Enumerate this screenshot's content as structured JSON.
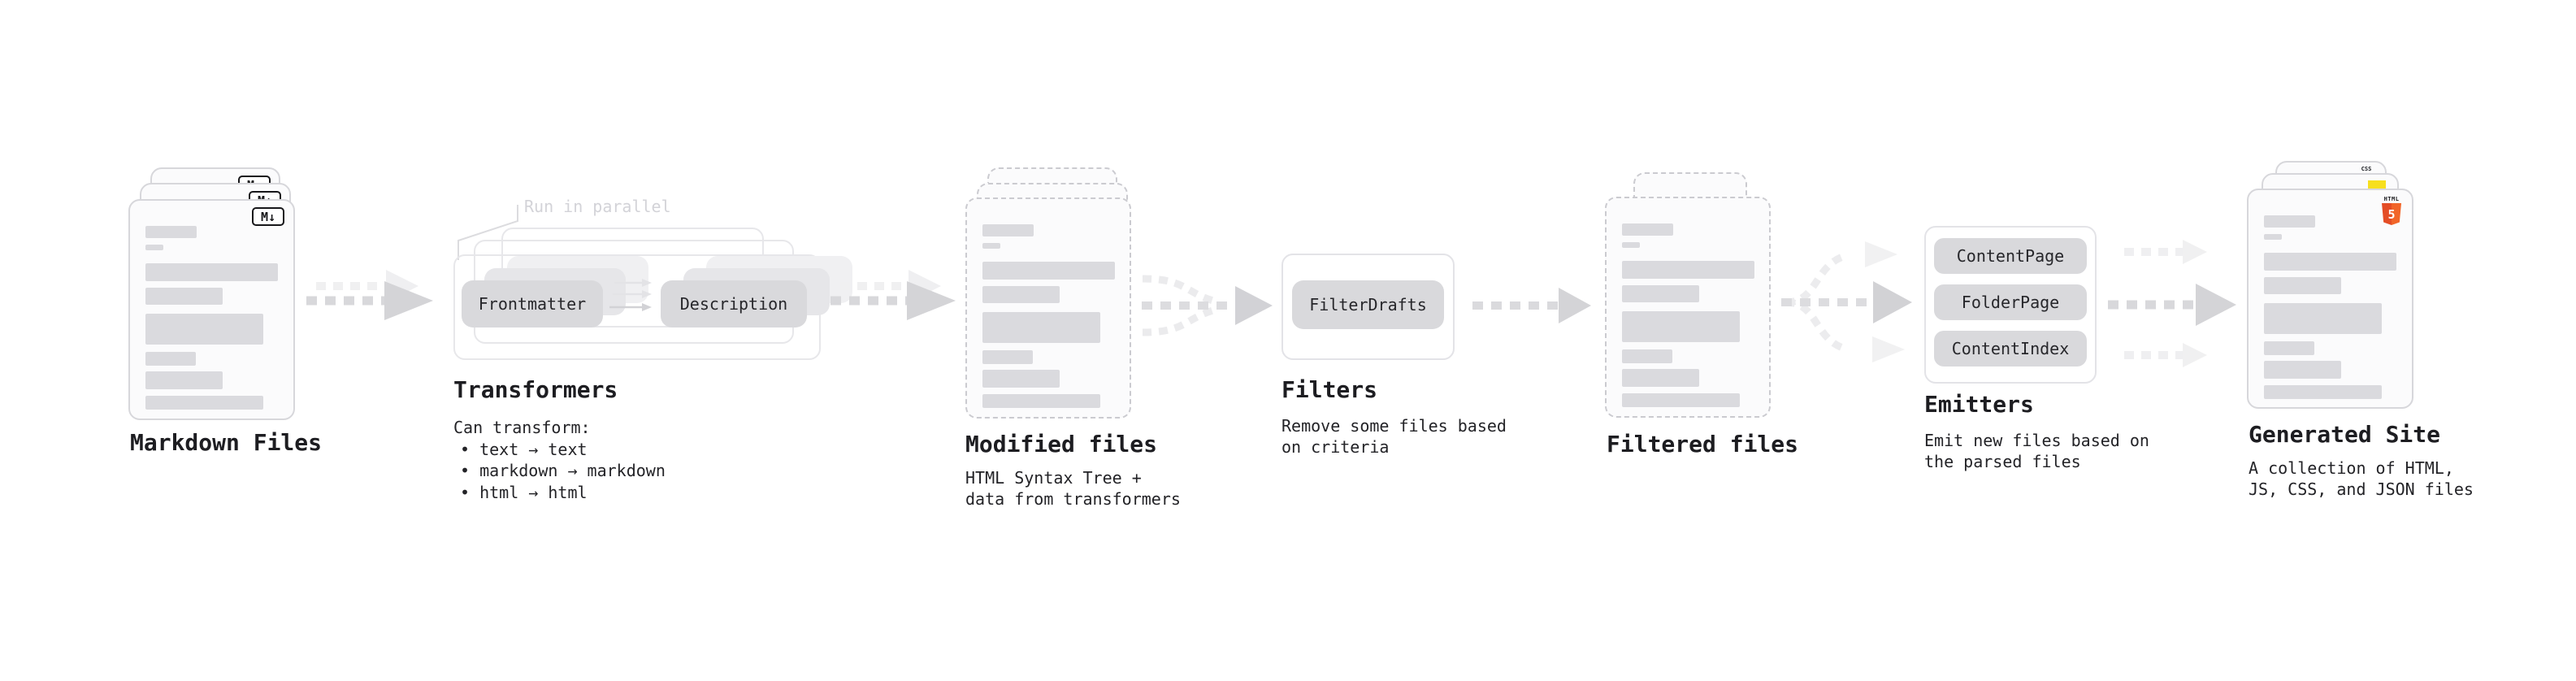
{
  "stages": {
    "markdown_files": {
      "title": "Markdown Files",
      "badge": "M↓"
    },
    "transformers": {
      "title": "Transformers",
      "note": "Run in parallel",
      "box_left": "Frontmatter",
      "box_right": "Description",
      "desc_heading": "Can transform:",
      "bullets": [
        "• text → text",
        "• markdown → markdown",
        "• html → html"
      ]
    },
    "modified_files": {
      "title": "Modified files",
      "subtitle_line1": "HTML Syntax Tree +",
      "subtitle_line2": "data from transformers"
    },
    "filters": {
      "title": "Filters",
      "box": "FilterDrafts",
      "subtitle_line1": "Remove some files based",
      "subtitle_line2": "on criteria"
    },
    "filtered_files": {
      "title": "Filtered files"
    },
    "emitters": {
      "title": "Emitters",
      "boxes": [
        "ContentPage",
        "FolderPage",
        "ContentIndex"
      ],
      "subtitle_line1": "Emit new files based on",
      "subtitle_line2": "the parsed files"
    },
    "generated_site": {
      "title": "Generated Site",
      "subtitle_line1": "A collection of HTML,",
      "subtitle_line2": "JS, CSS, and JSON files",
      "badge_html_label": "HTML",
      "badge_html_number": "5",
      "badge_css_label": "CSS"
    }
  },
  "colors": {
    "html5_orange_dark": "#e44d26",
    "html5_orange_light": "#f16529",
    "js_yellow": "#f7df1e",
    "css_blue": "#2d6ef0",
    "arrow_gray": "#d4d4d7",
    "arrow_light_gray": "#efeff1",
    "doc_border": "#d7d7db",
    "bar_gray": "#dadade",
    "note_gray": "#d3d3d8"
  }
}
